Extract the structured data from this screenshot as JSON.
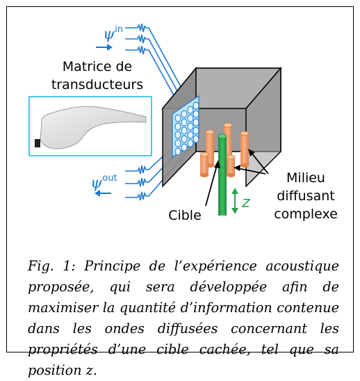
{
  "diagram": {
    "psi_in_label": "ψ",
    "psi_in_sup": "in",
    "psi_out_label": "ψ",
    "psi_out_sup": "out",
    "transducer_label_line1": "Matrice de",
    "transducer_label_line2": "transducteurs",
    "target_label": "Cible",
    "z_label": "z",
    "medium_label_line1": "Milieu",
    "medium_label_line2": "diffusant",
    "medium_label_line3": "complexe",
    "colors": {
      "signal_blue": "#1a78d2",
      "probe_border": "#4cc6e8",
      "cube_face": "#9a9a9a",
      "scatterer_orange": "#f4a06e",
      "target_green": "#2aa34a",
      "arrow_green": "#2aa34a"
    }
  },
  "caption": {
    "text": "Fig. 1: Principe de l’expérience acoustique proposée, qui sera développée afin de maximiser la quantité d’information contenue dans les ondes diffusées concernant les propriétés d’une cible cachée, tel que sa position z."
  }
}
